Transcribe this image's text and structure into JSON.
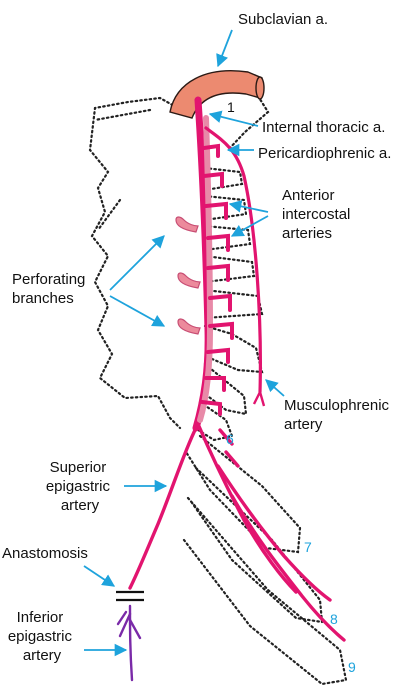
{
  "colors": {
    "artery": "#e2146f",
    "artery_light": "#e88aa8",
    "subclavian": "#ec8a70",
    "inferior": "#7a2aa8",
    "arrow": "#1ea3dc",
    "outline": "#222222"
  },
  "labels": {
    "subclavian": "Subclavian a.",
    "internal_thoracic": "Internal thoracic a.",
    "pericardiophrenic": "Pericardiophrenic a.",
    "anterior_intercostal": [
      "Anterior",
      "intercostal",
      "arteries"
    ],
    "perforating": [
      "Perforating",
      "branches"
    ],
    "musculophrenic": [
      "Musculophrenic",
      "artery"
    ],
    "superior_epigastric": [
      "Superior",
      "epigastric",
      "artery"
    ],
    "anastomosis": "Anastomosis",
    "inferior_epigastric": [
      "Inferior",
      "epigastric",
      "artery"
    ]
  },
  "rib_numbers": {
    "first": "1",
    "sixth": "6",
    "seventh": "7",
    "eighth": "8",
    "ninth": "9"
  }
}
